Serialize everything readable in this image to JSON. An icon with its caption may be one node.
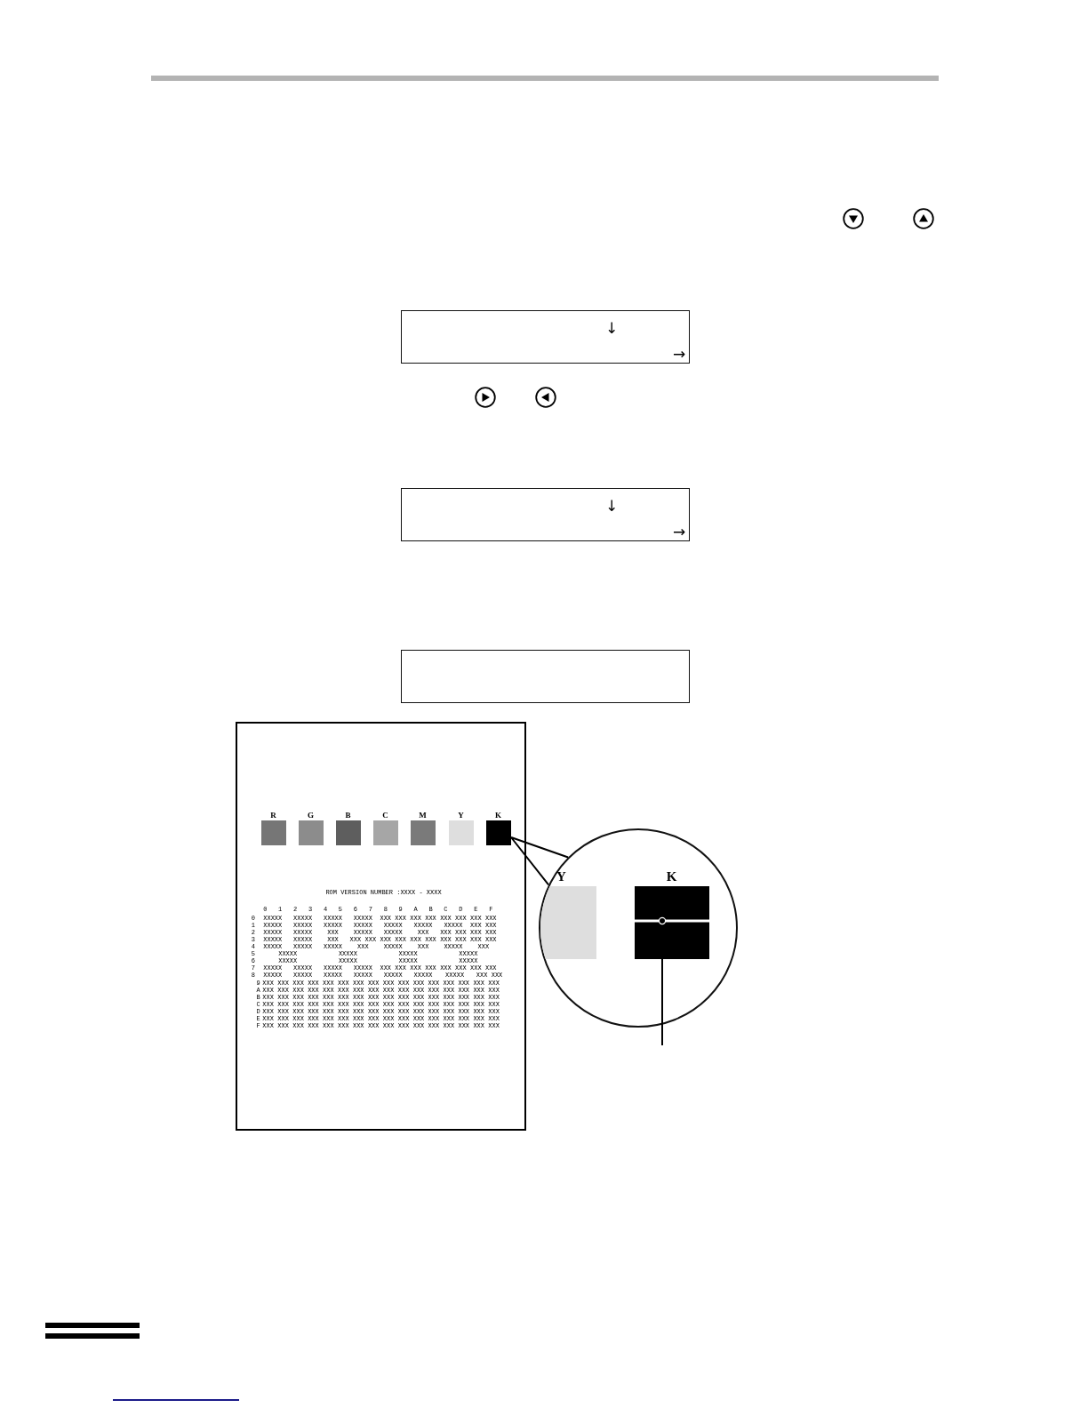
{
  "diagram": {
    "nodes": [
      {
        "text": [
          "↓",
          "→"
        ]
      },
      {
        "text": [
          "↓",
          "→"
        ]
      },
      {
        "text": [],
        "shape": "box"
      },
      {
        "text": [
          "ROM VERSION NUMBER :XXXX - XXXX"
        ]
      },
      {
        "text": [
          "R"
        ],
        "in": 3
      },
      {
        "text": [
          "G"
        ],
        "in": 3
      },
      {
        "text": [
          "B"
        ],
        "in": 3
      },
      {
        "text": [
          "C"
        ],
        "in": 3
      },
      {
        "text": [
          "M"
        ],
        "in": 3
      },
      {
        "text": [
          "Y"
        ],
        "in": 3
      },
      {
        "text": [
          "K"
        ],
        "in": 3
      },
      {
        "text": [],
        "shape": "circle"
      },
      {
        "text": [
          "Y"
        ],
        "in": 11
      },
      {
        "text": [
          "K"
        ],
        "in": 11
      }
    ],
    "edges": [
      {
        "from": 10,
        "to": 11,
        "arrow": "none"
      },
      {
        "from": null,
        "to": 13,
        "arrow": "other"
      }
    ],
    "labels": [
      "0",
      "1",
      "2",
      "3",
      "4",
      "5",
      "6",
      "7",
      "8",
      "9",
      "A",
      "B",
      "C",
      "D",
      "E",
      "F",
      "0",
      "XXXXX",
      "XXXXX",
      "XXXXX",
      "XXXXX",
      "XXX",
      "XXX",
      "XXX",
      "XXX",
      "XXX",
      "XXX",
      "XXX",
      "XXX",
      "1",
      "XXXXX",
      "XXXXX",
      "XXXXX",
      "XXXXX",
      "XXXXX",
      "XXXXX",
      "XXXXX",
      "XXX",
      "XXX",
      "2",
      "XXXXX",
      "XXXXX",
      "XXX",
      "XXXXX",
      "XXXXX",
      "XXX",
      "XXX",
      "XXX",
      "XXX",
      "XXX",
      "3",
      "XXXXX",
      "XXXXX",
      "XXX",
      "XXX",
      "XXX",
      "XXX",
      "XXX",
      "XXX",
      "XXX",
      "XXX",
      "XXX",
      "XXX",
      "XXX",
      "4",
      "XXXXX",
      "XXXXX",
      "XXXXX",
      "XXX",
      "XXXXX",
      "XXX",
      "XXXXX",
      "XXX",
      "5",
      "XXXXX",
      "XXXXX",
      "XXXXX",
      "XXXXX",
      "6",
      "XXXXX",
      "XXXXX",
      "XXXXX",
      "XXXXX",
      "7",
      "XXXXX",
      "XXXXX",
      "XXXXX",
      "XXXXX",
      "XXX",
      "XXX",
      "XXX",
      "XXX",
      "XXX",
      "XXX",
      "XXX",
      "XXX",
      "8",
      "XXXXX",
      "XXXXX",
      "XXXXX",
      "XXXXX",
      "XXXXX",
      "XXXXX",
      "XXXXX",
      "XXX",
      "XXX",
      "9",
      "XXX",
      "XXX",
      "XXX",
      "XXX",
      "XXX",
      "XXX",
      "XXX",
      "XXX",
      "XXX",
      "XXX",
      "XXX",
      "XXX",
      "XXX",
      "XXX",
      "XXX",
      "XXX",
      "A",
      "XXX",
      "XXX",
      "XXX",
      "XXX",
      "XXX",
      "XXX",
      "XXX",
      "XXX",
      "XXX",
      "XXX",
      "XXX",
      "XXX",
      "XXX",
      "XXX",
      "XXX",
      "XXX",
      "B",
      "XXX",
      "XXX",
      "XXX",
      "XXX",
      "XXX",
      "XXX",
      "XXX",
      "XXX",
      "XXX",
      "XXX",
      "XXX",
      "XXX",
      "XXX",
      "XXX",
      "XXX",
      "XXX",
      "C",
      "XXX",
      "XXX",
      "XXX",
      "XXX",
      "XXX",
      "XXX",
      "XXX",
      "XXX",
      "XXX",
      "XXX",
      "XXX",
      "XXX",
      "XXX",
      "XXX",
      "XXX",
      "XXX",
      "D",
      "XXX",
      "XXX",
      "XXX",
      "XXX",
      "XXX",
      "XXX",
      "XXX",
      "XXX",
      "XXX",
      "XXX",
      "XXX",
      "XXX",
      "XXX",
      "XXX",
      "XXX",
      "XXX",
      "E",
      "XXX",
      "XXX",
      "XXX",
      "XXX",
      "XXX",
      "XXX",
      "XXX",
      "XXX",
      "XXX",
      "XXX",
      "XXX",
      "XXX",
      "XXX",
      "XXX",
      "XXX",
      "XXX",
      "F",
      "XXX",
      "XXX",
      "XXX",
      "XXX",
      "XXX",
      "XXX",
      "XXX",
      "XXX",
      "XXX",
      "XXX",
      "XXX",
      "XXX",
      "XXX",
      "XXX",
      "XXX",
      "XXX"
    ]
  }
}
